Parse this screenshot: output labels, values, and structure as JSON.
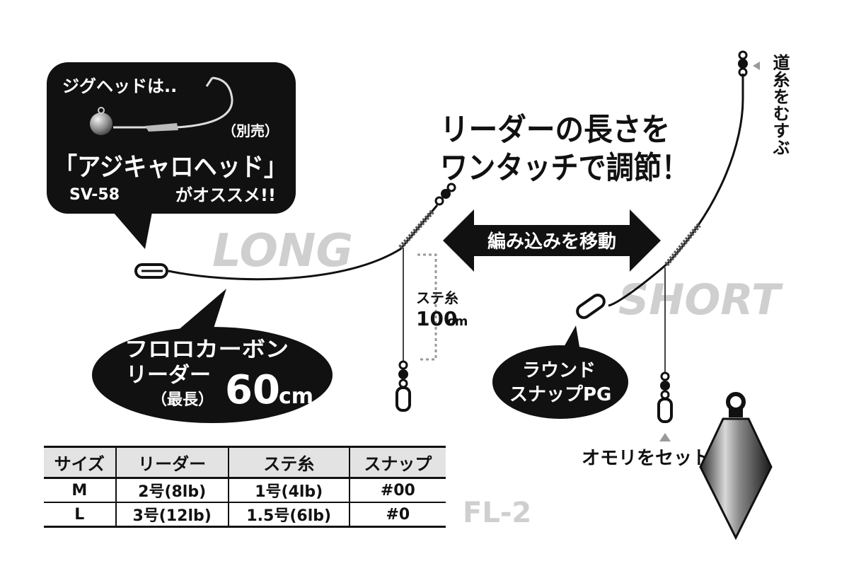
{
  "bubble": {
    "line1": "ジグヘッドは..",
    "sold_separately": "（別売）",
    "product": "「アジキャロヘッド」",
    "code": "SV-58",
    "recommend": "がオススメ!!"
  },
  "headline": {
    "line1": "リーダーの長さを",
    "line2": "ワンタッチで調節！"
  },
  "mainline_label": "道糸をむすぶ",
  "long_label": "LONG",
  "short_label": "SHORT",
  "arrow_label": "編み込みを移動",
  "branch_label": {
    "name": "ステ糸",
    "length": "100",
    "unit": "cm"
  },
  "leader": {
    "line1": "フロロカーボン",
    "line2": "リーダー",
    "max": "（最長）",
    "length": "60",
    "unit": "cm"
  },
  "snap_label": {
    "line1": "ラウンド",
    "line2": "スナップPG"
  },
  "sinker_label": "オモリをセット",
  "model": "FL-2",
  "table": {
    "headers": [
      "サイズ",
      "リーダー",
      "ステ糸",
      "スナップ"
    ],
    "rows": [
      [
        "M",
        "2号(8lb)",
        "1号(4lb)",
        "#00"
      ],
      [
        "L",
        "3号(12lb)",
        "1.5号(6lb)",
        "#0"
      ]
    ]
  },
  "colors": {
    "ink": "#111111",
    "ghost": "#cfcfcf",
    "table_header": "#e3e3e3"
  }
}
